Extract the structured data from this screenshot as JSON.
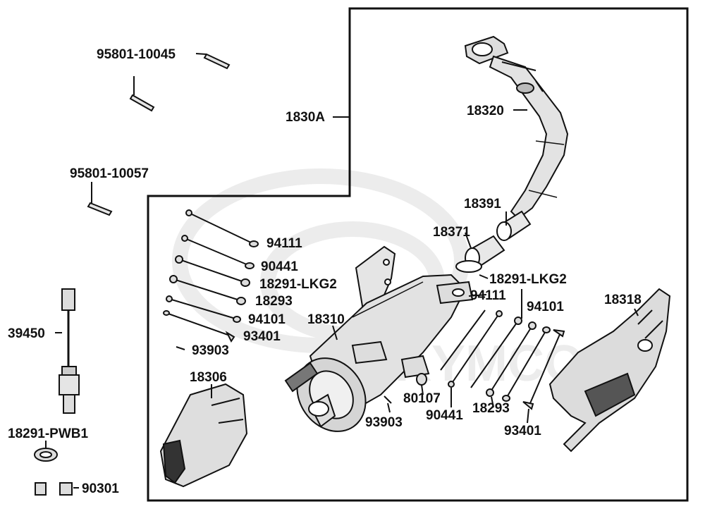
{
  "watermark": "KYMCO",
  "labels": {
    "p95801_10045": "95801-10045",
    "p95801_10057": "95801-10057",
    "p1830A": "1830A",
    "p18320": "18320",
    "p18391": "18391",
    "p18371": "18371",
    "p94111_a": "94111",
    "p90441_a": "90441",
    "p18291_lkg2_a": "18291-LKG2",
    "p18293_a": "18293",
    "p94101_a": "94101",
    "p93401_a": "93401",
    "p93903_a": "93903",
    "p18310": "18310",
    "p18306": "18306",
    "p39450": "39450",
    "p18291_pwb1": "18291-PWB1",
    "p90301": "90301",
    "p18291_lkg2_b": "18291-LKG2",
    "p94111_b": "94111",
    "p94101_b": "94101",
    "p18318": "18318",
    "p80107": "80107",
    "p90441_b": "90441",
    "p18293_b": "18293",
    "p93903_b": "93903",
    "p93401_b": "93401"
  },
  "colors": {
    "ink": "#111111",
    "part_fill": "#e6e6e6",
    "shade": "#9a9a9a",
    "watermark": "#ececec"
  }
}
